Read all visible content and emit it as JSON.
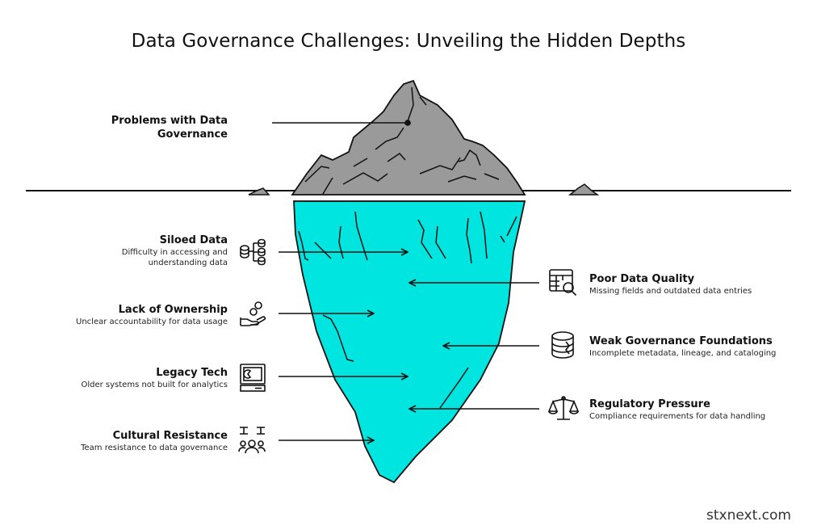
{
  "title": "Data Governance Challenges: Unveiling the Hidden Depths",
  "top": {
    "heading": "Problems with Data Governance"
  },
  "left_items": [
    {
      "heading": "Siloed Data",
      "desc": "Difficulty in accessing and understanding data",
      "icon": "database-stack-icon"
    },
    {
      "heading": "Lack of Ownership",
      "desc": "Unclear accountability for data usage",
      "icon": "hand-coins-icon"
    },
    {
      "heading": "Legacy Tech",
      "desc": "Older systems not built for analytics",
      "icon": "computer-icon"
    },
    {
      "heading": "Cultural Resistance",
      "desc": "Team resistance to data governance",
      "icon": "team-resistance-icon"
    }
  ],
  "right_items": [
    {
      "heading": "Poor Data Quality",
      "desc": "Missing fields and outdated data entries",
      "icon": "table-magnifier-icon"
    },
    {
      "heading": "Weak Governance Foundations",
      "desc": "Incomplete metadata, lineage, and cataloging",
      "icon": "database-cylinder-icon"
    },
    {
      "heading": "Regulatory Pressure",
      "desc": "Compliance requirements for data handling",
      "icon": "balance-scale-icon"
    }
  ],
  "footer": "stxnext.com",
  "colors": {
    "ice_underwater": "#00E5DF",
    "rock": "#9A9A9A",
    "line": "#111111"
  }
}
